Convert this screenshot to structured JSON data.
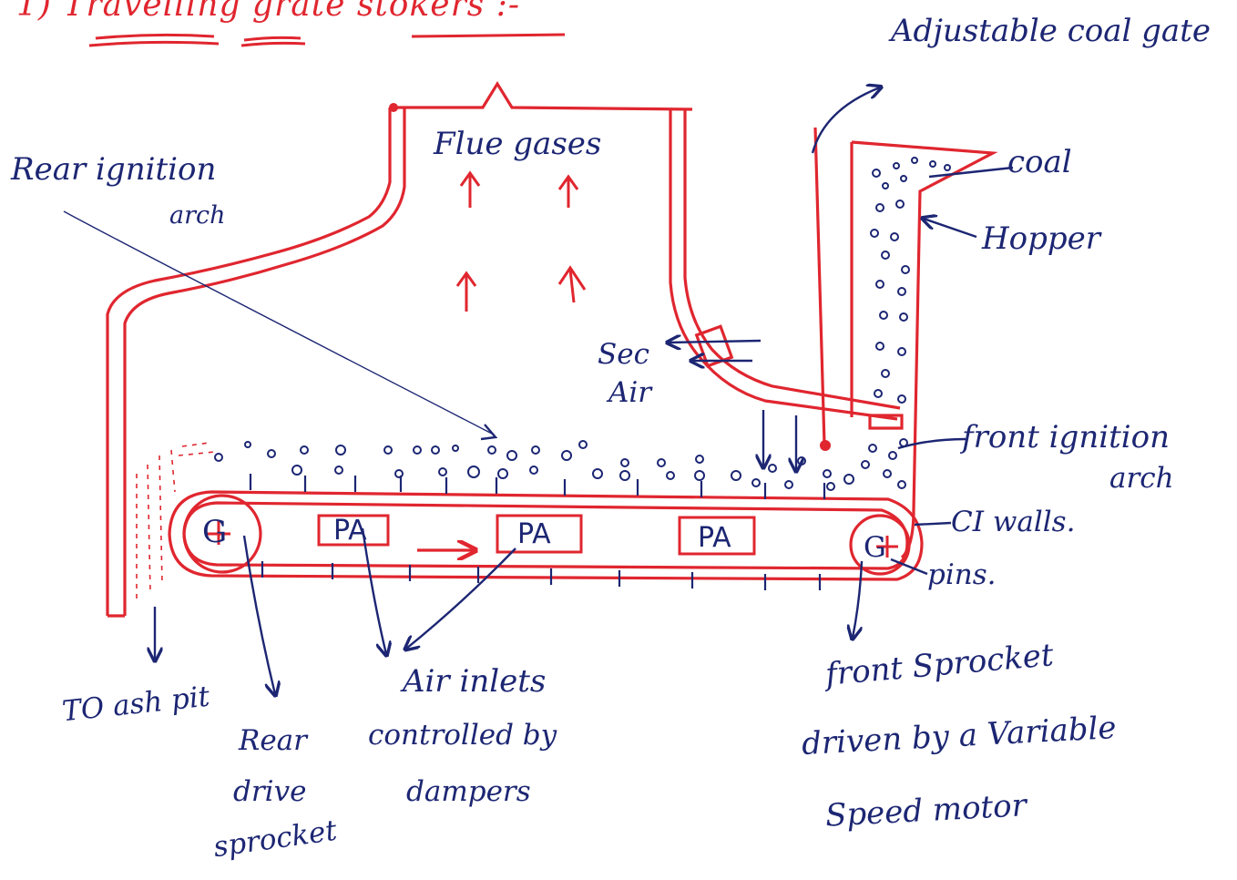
{
  "colors": {
    "structure": "#e0262f",
    "annotation": "#1c2673",
    "background": "#ffffff"
  },
  "diagram": {
    "title": "1) Travelling grate stokers :-",
    "labels": {
      "flue_gases": "Flue gases",
      "rear_ignition_arch_1": "Rear ignition",
      "rear_ignition_arch_2": "arch",
      "adjustable_coal_gate": "Adjustable coal gate",
      "coal": "coal",
      "hopper": "Hopper",
      "sec_air_1": "Sec",
      "sec_air_2": "Air",
      "front_ignition_arch_1": "front ignition",
      "front_ignition_arch_2": "arch",
      "ci_walls": "CI walls.",
      "pins": "pins.",
      "to_ash_pit": "TO ash pit",
      "rear_drive_sprocket_1": "Rear",
      "rear_drive_sprocket_2": "drive",
      "rear_drive_sprocket_3": "sprocket",
      "air_inlets_1": "Air inlets",
      "air_inlets_2": "controlled by",
      "air_inlets_3": "dampers",
      "front_sprocket_1": "front Sprocket",
      "front_sprocket_2": "driven by a Variable",
      "front_sprocket_3": "Speed motor"
    },
    "air_boxes": [
      "PA",
      "PA",
      "PA"
    ],
    "sprocket_marks": [
      "G",
      "G"
    ]
  }
}
